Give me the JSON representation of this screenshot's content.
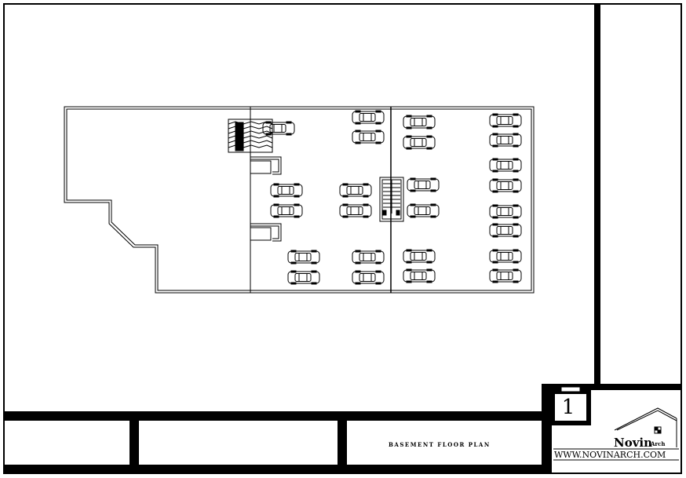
{
  "drawing": {
    "caption": "BASEMENT FLOOR PLAN",
    "sheet_number": "1"
  },
  "brand": {
    "name": "Novin",
    "sub": "Arch",
    "url": "WWW.NOVINARCH.COM"
  },
  "colors": {
    "line": "#000000",
    "paper": "#ffffff"
  }
}
